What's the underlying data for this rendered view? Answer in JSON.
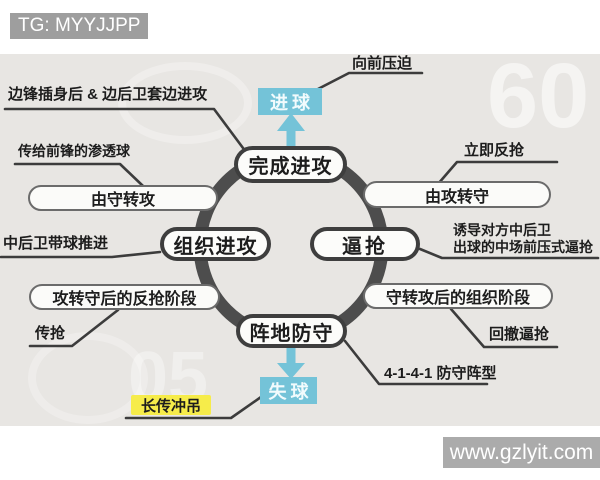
{
  "watermark_bars": {
    "top_left": "TG: MYYJJPP",
    "bottom_right": "www.gzlyit.com"
  },
  "background": {
    "faint_digits_top_right": "60",
    "faint_digits_bottom_left": "05"
  },
  "diagram": {
    "nodes": {
      "complete_attack": "完成进攻",
      "organize_attack": "组织进攻",
      "pressing": "逼抢",
      "positional_defense": "阵地防守"
    },
    "transitions": {
      "defense_to_attack": "由守转攻",
      "attack_to_defense": "由攻转守",
      "counterpress_phase": "攻转守后的反抢阶段",
      "organize_phase": "守转攻后的组织阶段"
    },
    "outcomes": {
      "goal": "进球",
      "goal_conceded": "失球"
    },
    "annotations": {
      "wing_runs": "边锋插身后 & 边后卫套边进攻",
      "through_ball": "传给前锋的渗透球",
      "cb_carry": "中后卫带球推进",
      "pass_press": "传抢",
      "press_forward": "向前压迫",
      "immediate_counterpress": "立即反抢",
      "induce_line1": "诱导对方中后卫",
      "induce_line2": "出球的中场前压式逼抢",
      "drop_press": "回撤逼抢",
      "formation": "4-1-4-1 防守阵型",
      "long_ball": "长传冲吊"
    },
    "colors": {
      "accent_cyan": "#74c3d8",
      "highlight_yellow": "#f6ec4a",
      "ring_gray": "#4d4d4d",
      "watermark_bar_gray": "#9e9e9e"
    }
  }
}
